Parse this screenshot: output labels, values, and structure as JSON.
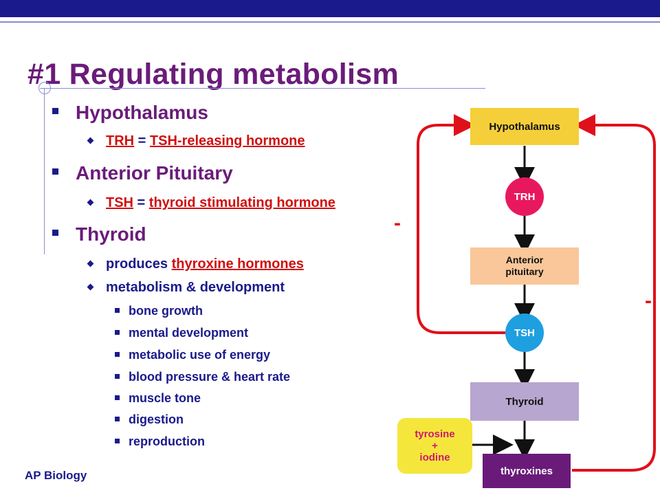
{
  "slide": {
    "title": "#1  Regulating metabolism",
    "footer": "AP Biology",
    "bullets": {
      "hypothalamus": "Hypothalamus",
      "trh_abbr": "TRH",
      "trh_eq": " = ",
      "trh_full": "TSH-releasing hormone",
      "anterior": "Anterior Pituitary",
      "tsh_abbr": "TSH",
      "tsh_eq": " = ",
      "tsh_full": "thyroid stimulating hormone",
      "thyroid": "Thyroid",
      "produces": "produces ",
      "thyroxine": "thyroxine hormones",
      "metab_dev": "metabolism & development",
      "sub": [
        "bone growth",
        "mental development",
        "metabolic use of energy",
        "blood pressure & heart rate",
        "muscle tone",
        "digestion",
        "reproduction"
      ]
    }
  },
  "diagram": {
    "hypothalamus": "Hypothalamus",
    "trh": "TRH",
    "anterior_line1": "Anterior",
    "anterior_line2": "pituitary",
    "tsh": "TSH",
    "thyroid": "Thyroid",
    "tyrosine": "tyrosine",
    "plus": "+",
    "iodine": "iodine",
    "thyroxines": "thyroxines",
    "minus_left": "-",
    "minus_right": "-"
  },
  "colors": {
    "title": "#6a1b7a",
    "bullet": "#1a1a8c",
    "link_red": "#d01010",
    "hypothalamus_box": "#f5cf3a",
    "trh_circle": "#e8185f",
    "anterior_box": "#f9c79a",
    "tsh_circle": "#1e9fe0",
    "thyroid_box": "#b7a6cf",
    "thyroxines_box": "#6a1b7a",
    "feedback": "#e0101a"
  }
}
